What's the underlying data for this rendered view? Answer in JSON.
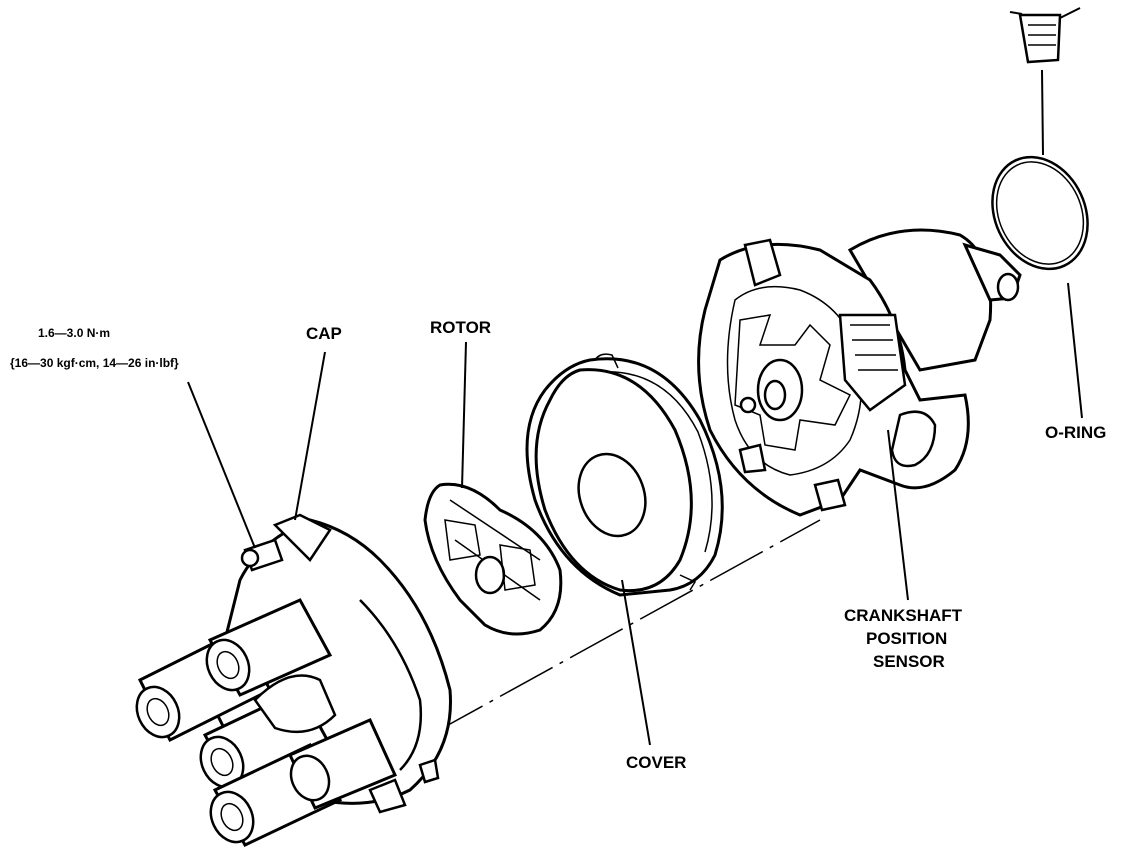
{
  "labels": {
    "torque_line1": "1.6—3.0 N·m",
    "torque_line2": "{16—30 kgf·cm, 14—26 in·lbf}",
    "cap": "CAP",
    "rotor": "ROTOR",
    "cover": "COVER",
    "crankshaft_line1": "CRANKSHAFT",
    "crankshaft_line2": "POSITION",
    "crankshaft_line3": "SENSOR",
    "oring": "O-RING"
  }
}
